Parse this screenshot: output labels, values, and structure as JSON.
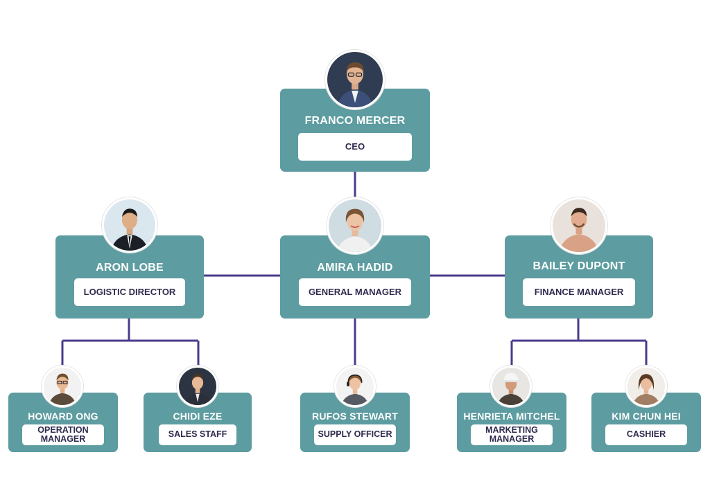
{
  "people": {
    "franco": {
      "name": "FRANCO MERCER",
      "role": "CEO"
    },
    "aron": {
      "name": "ARON LOBE",
      "role": "LOGISTIC DIRECTOR"
    },
    "amira": {
      "name": "AMIRA HADID",
      "role": "GENERAL MANAGER"
    },
    "bailey": {
      "name": "BAILEY DUPONT",
      "role": "FINANCE MANAGER"
    },
    "howard": {
      "name": "HOWARD ONG",
      "role_line1": "OPERATION",
      "role_line2": "MANAGER"
    },
    "chidi": {
      "name": "CHIDI EZE",
      "role": "SALES STAFF"
    },
    "rufos": {
      "name": "RUFOS STEWART",
      "role": "SUPPLY OFFICER"
    },
    "henrieta": {
      "name": "HENRIETA MITCHEL",
      "role_line1": "MARKETING",
      "role_line2": "MANAGER"
    },
    "kim": {
      "name": "KIM CHUN HEI",
      "role": "CASHIER"
    }
  },
  "colors": {
    "card": "#5d9ca0",
    "connector": "#4b3a8c",
    "role_text": "#2e2a4d"
  },
  "icons": [
    "person-photo-icon"
  ]
}
